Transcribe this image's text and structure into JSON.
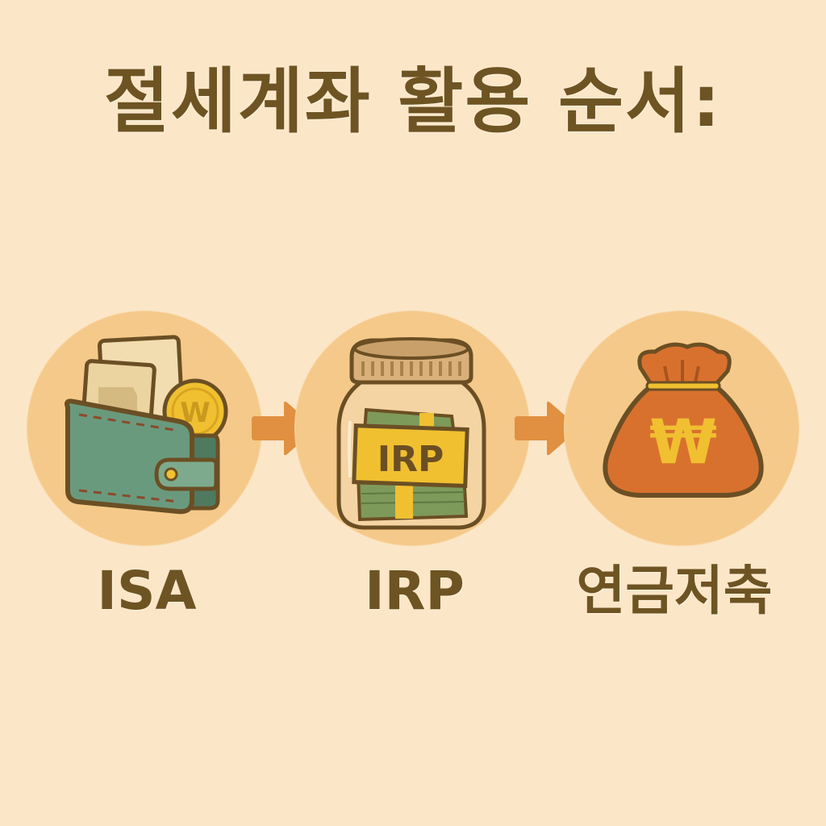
{
  "title": "절세계좌 활용 순서:",
  "steps": [
    {
      "label": "ISA",
      "icon": "wallet-icon",
      "coin_text": "W"
    },
    {
      "label": "IRP",
      "icon": "jar-icon",
      "jar_label": "IRP"
    },
    {
      "label": "연금저축",
      "icon": "money-bag-icon",
      "bag_symbol": "₩"
    }
  ],
  "arrows": [
    {
      "icon": "arrow-right-icon"
    },
    {
      "icon": "arrow-right-icon"
    }
  ],
  "colors": {
    "background": "#FBE6C8",
    "circle": "#F5C98A",
    "text": "#6E5423",
    "arrow": "#E09040",
    "wallet": "#6A9A7E",
    "coin": "#F0C030",
    "bag": "#D9712E",
    "cash": "#7E9A5A"
  }
}
